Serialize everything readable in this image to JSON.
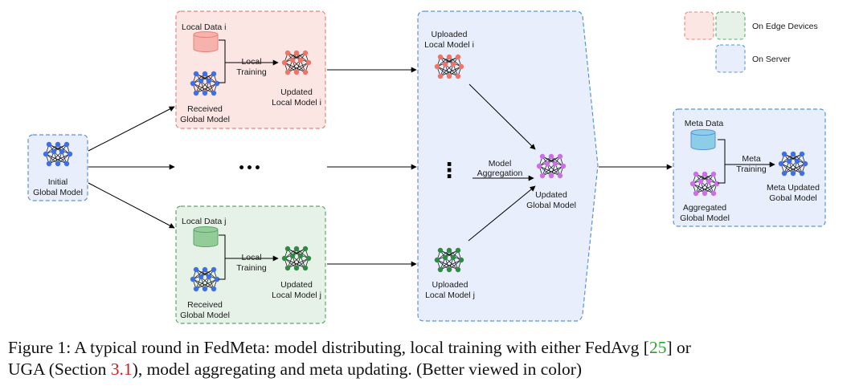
{
  "diagram": {
    "initial": {
      "line1": "Initial",
      "line2": "Global Model"
    },
    "dots_middle": "•••",
    "client_i": {
      "local_data": "Local Data i",
      "local_training_1": "Local",
      "local_training_2": "Training",
      "received_1": "Received",
      "received_2": "Global Model",
      "updated_1": "Updated",
      "updated_2": "Local Model i"
    },
    "client_j": {
      "local_data": "Local Data j",
      "local_training_1": "Local",
      "local_training_2": "Training",
      "received_1": "Received",
      "received_2": "Global Model",
      "updated_1": "Updated",
      "updated_2": "Local Model j"
    },
    "server": {
      "uploaded_i_1": "Uploaded",
      "uploaded_i_2": "Local Model i",
      "uploaded_j_1": "Uploaded",
      "uploaded_j_2": "Local Model j",
      "aggregation_1": "Model",
      "aggregation_2": "Aggregation",
      "updated_global_1": "Updated",
      "updated_global_2": "Global Model",
      "vertical_dots": "⋮"
    },
    "meta": {
      "meta_data": "Meta Data",
      "meta_training_1": "Meta",
      "meta_training_2": "Training",
      "aggregated_1": "Aggregated",
      "aggregated_2": "Global Model",
      "result_1": "Meta Updated",
      "result_2": "Gobal Model"
    },
    "legend": {
      "edge": "On Edge Devices",
      "server": "On Server"
    }
  },
  "caption": {
    "prefix": "Figure 1: A typical round in FedMeta: model distributing, local training with either FedAvg [",
    "ref1": "25",
    "middle1": "] or",
    "line2_start": "UGA (Section ",
    "ref2": "3.1",
    "middle2": "), model aggregating and meta updating. (Better viewed in color)"
  },
  "colors": {
    "red_fill": "#fce6e3",
    "red_border": "#e8827a",
    "green_fill": "#e6f2e8",
    "green_border": "#5ea66a",
    "blue_fill": "#e8eefb",
    "blue_border": "#5a93d6",
    "node_blue": "#3f6fe8",
    "node_red": "#ee7468",
    "node_green": "#2f8a45",
    "node_purple": "#cc6ee6",
    "db_red": "#f6b3ad",
    "db_green": "#93cc98",
    "db_blue": "#8ccde8",
    "ref_green": "#2ea02e",
    "ref_red": "#cc1c1c"
  }
}
